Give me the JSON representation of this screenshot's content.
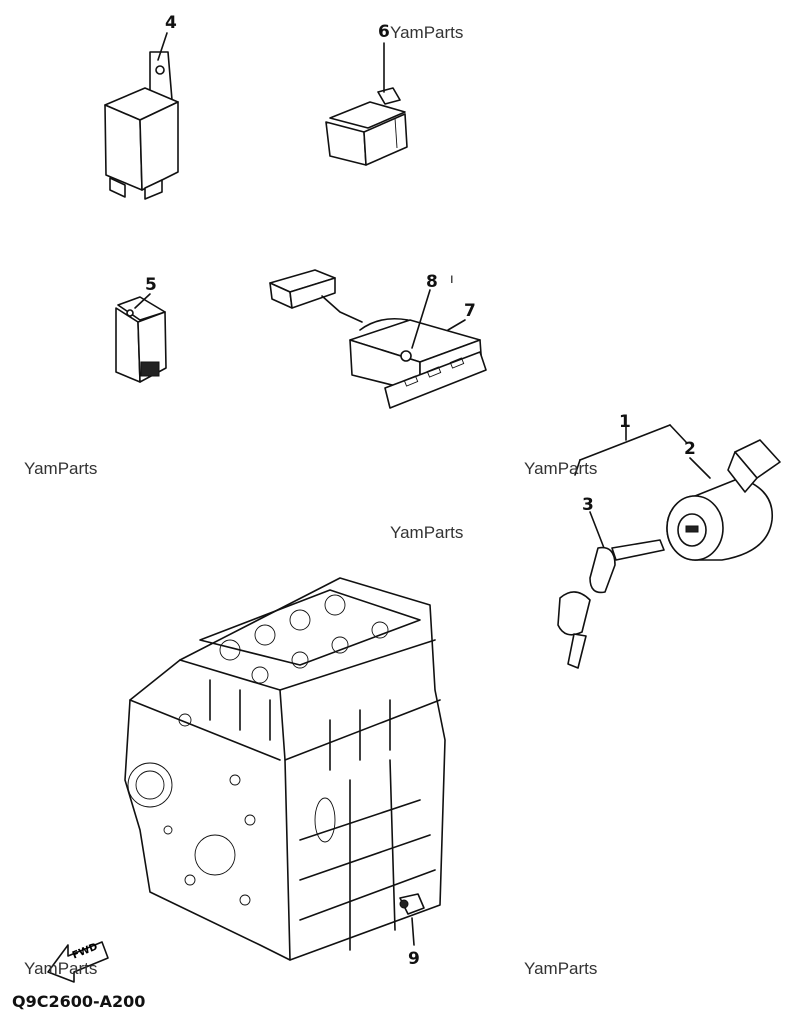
{
  "callouts": [
    "4",
    "6",
    "5",
    "8",
    "7",
    "1",
    "2",
    "3",
    "9"
  ],
  "watermark": "YamParts",
  "diagram_code": "Q9C2600-A200",
  "fwd_label": "FWD",
  "tick_mark": "ı"
}
